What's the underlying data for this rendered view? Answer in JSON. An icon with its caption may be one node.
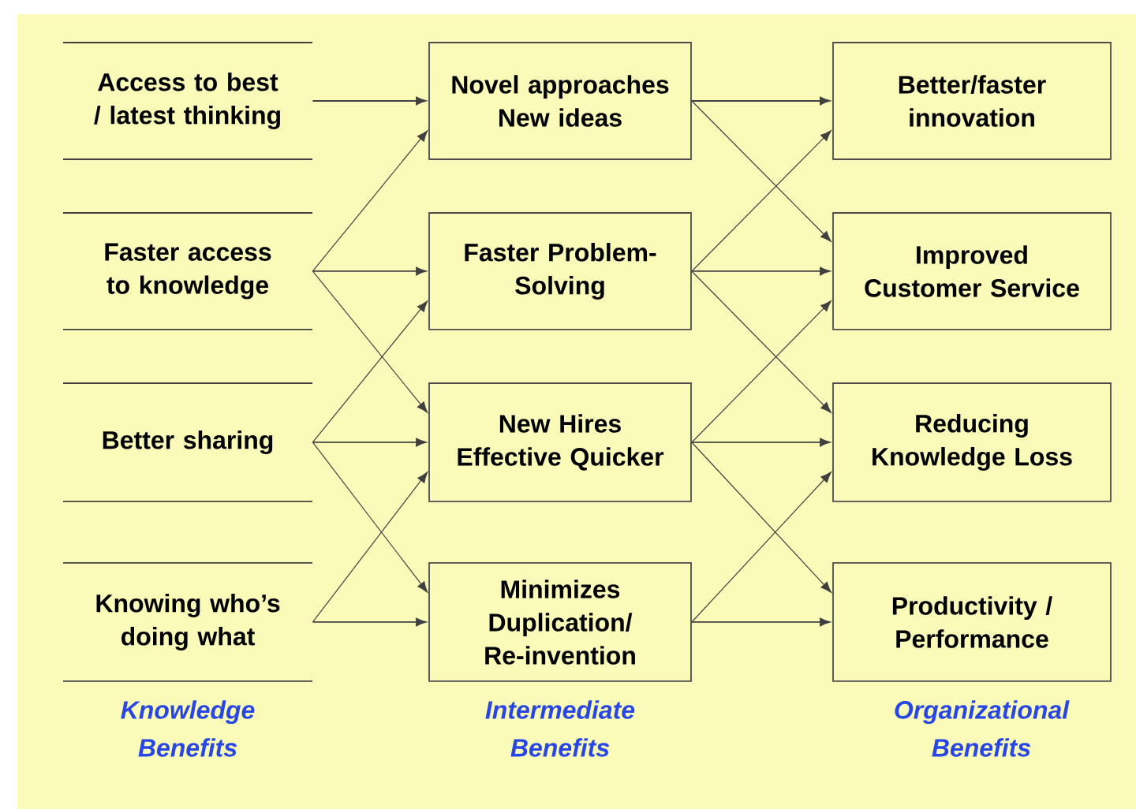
{
  "diagram": {
    "nodes": [
      {
        "text": [
          "Access to best / latest thinking"
        ]
      },
      {
        "text": [
          "Faster access to knowledge"
        ]
      },
      {
        "text": [
          "Better sharing"
        ]
      },
      {
        "text": [
          "Knowing who’s doing what"
        ]
      },
      {
        "text": [
          "Novel approaches New ideas"
        ]
      },
      {
        "text": [
          "Faster Problem-Solving"
        ]
      },
      {
        "text": [
          "New Hires Effective Quicker"
        ]
      },
      {
        "text": [
          "Minimizes Duplication/ Re-invention"
        ]
      },
      {
        "text": [
          "Better/faster innovation"
        ]
      },
      {
        "text": [
          "Improved Customer Service"
        ]
      },
      {
        "text": [
          "Reducing Knowledge Loss"
        ]
      },
      {
        "text": [
          "Productivity / Performance"
        ]
      }
    ],
    "edges": [
      {
        "from": 0,
        "to": 4,
        "arrow": "to"
      },
      {
        "from": 1,
        "to": 4,
        "arrow": "to"
      },
      {
        "from": 1,
        "to": 5,
        "arrow": "to"
      },
      {
        "from": 1,
        "to": 6,
        "arrow": "to"
      },
      {
        "from": 2,
        "to": 5,
        "arrow": "to"
      },
      {
        "from": 2,
        "to": 6,
        "arrow": "to"
      },
      {
        "from": 2,
        "to": 7,
        "arrow": "to"
      },
      {
        "from": 3,
        "to": 6,
        "arrow": "to"
      },
      {
        "from": 3,
        "to": 7,
        "arrow": "to"
      },
      {
        "from": 4,
        "to": 8,
        "arrow": "to"
      },
      {
        "from": 4,
        "to": 9,
        "arrow": "to"
      },
      {
        "from": 5,
        "to": 8,
        "arrow": "to"
      },
      {
        "from": 5,
        "to": 9,
        "arrow": "to"
      },
      {
        "from": 5,
        "to": 10,
        "arrow": "to"
      },
      {
        "from": 6,
        "to": 9,
        "arrow": "to"
      },
      {
        "from": 6,
        "to": 10,
        "arrow": "to"
      },
      {
        "from": 6,
        "to": 11,
        "arrow": "to"
      },
      {
        "from": 7,
        "to": 10,
        "arrow": "to"
      },
      {
        "from": 7,
        "to": 11,
        "arrow": "to"
      }
    ],
    "labels": [
      "Knowledge Benefits",
      "Intermediate Benefits",
      "Organizational Benefits"
    ]
  }
}
